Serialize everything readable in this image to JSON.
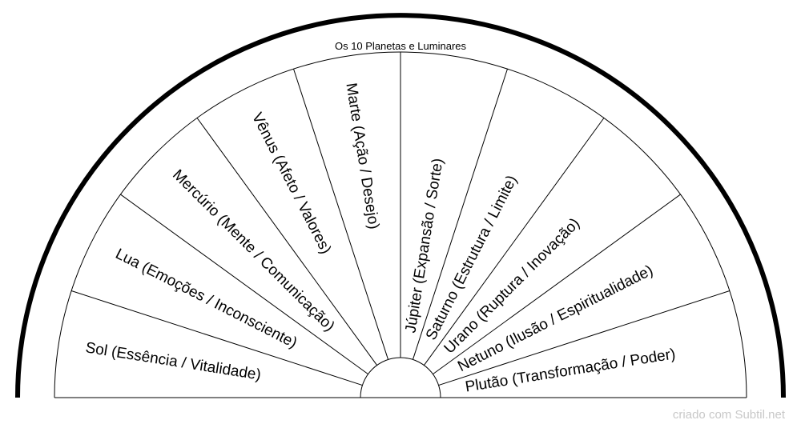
{
  "title": "Os 10 Planetas e Luminares",
  "segments": [
    "Sol (Essência / Vitalidade)",
    "Lua (Emoções / Inconsciente)",
    "Mercúrio (Mente / Comunicação)",
    "Vênus (Afeto / Valores)",
    "Marte (Ação / Desejo)",
    "Júpiter (Expansão / Sorte)",
    "Saturno (Estrutura / Limite)",
    "Urano (Ruptura / Inovação)",
    "Netuno (Ilusão / Espiritualidade)",
    "Plutão (Transformação / Poder)"
  ],
  "credit": "criado com Subtil.net"
}
